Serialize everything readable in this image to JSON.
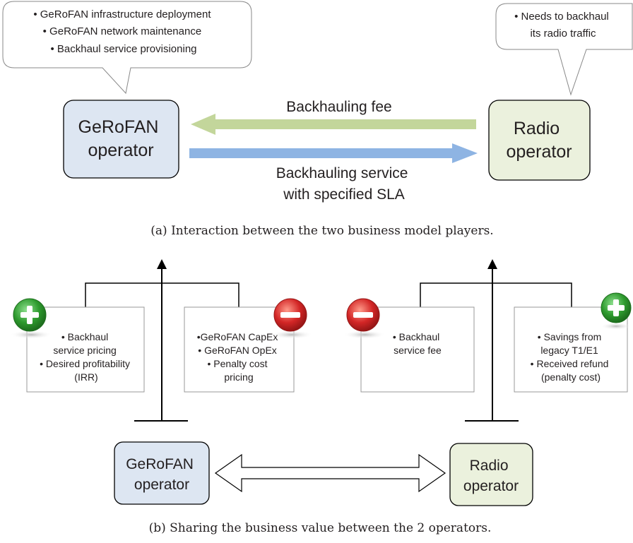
{
  "panel_a": {
    "gerofan_bubble": {
      "lines": [
        "• GeRoFAN infrastructure deployment",
        "• GeRoFAN network maintenance",
        "• Backhaul service provisioning"
      ]
    },
    "radio_bubble": {
      "lines": [
        "• Needs to backhaul",
        "its radio traffic"
      ]
    },
    "gerofan_box": {
      "lines": [
        "GeRoFAN",
        "operator"
      ],
      "fill": "#dde6f2"
    },
    "radio_box": {
      "lines": [
        "Radio",
        "operator"
      ],
      "fill": "#ebf1dd"
    },
    "fee_arrow": {
      "label": "Backhauling fee",
      "color": "#c3d69b"
    },
    "service_arrow": {
      "label_lines": [
        "Backhauling service",
        "with specified SLA"
      ],
      "color": "#8eb4e3"
    },
    "caption": "(a) Interaction between the two business model players."
  },
  "panel_b": {
    "left_scale": {
      "plus_box_lines": [
        "• Backhaul",
        "service pricing",
        "• Desired profitability",
        "(IRR)"
      ],
      "minus_box_lines": [
        "•GeRoFAN CapEx",
        "• GeRoFAN OpEx",
        "• Penalty cost",
        "pricing"
      ]
    },
    "right_scale": {
      "minus_box_lines": [
        "• Backhaul",
        "service fee"
      ],
      "plus_box_lines": [
        "• Savings from",
        "legacy T1/E1",
        "• Received refund",
        "(penalty cost)"
      ]
    },
    "gerofan_box": {
      "lines": [
        "GeRoFAN",
        "operator"
      ],
      "fill": "#dde6f2"
    },
    "radio_box": {
      "lines": [
        "Radio",
        "operator"
      ],
      "fill": "#ebf1dd"
    },
    "plus_icon_color": "#2e9a2e",
    "minus_icon_color": "#d32626",
    "caption": "(b) Sharing the business value between the 2 operators."
  }
}
